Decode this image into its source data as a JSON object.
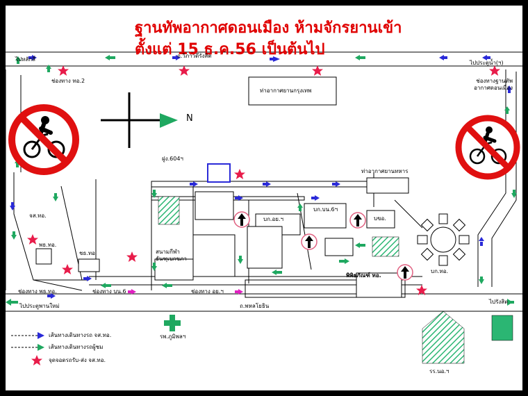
{
  "title": {
    "line1": "ฐานทัพอากาศดอนเมือง  ห้ามจักรยานเข้า",
    "line2": "ตั้งแต่ 15 ธ.ค.56 เป็นต้นไป"
  },
  "compass": {
    "north": "N"
  },
  "roads": {
    "top_road": "ถ.วิภาวดีรังสิต",
    "bottom_road": "ถ.พหลโยธิน",
    "to_laksi": "ไปหลักสี่",
    "to_pratunam": "ไปประตูน้ำ(ฯ)",
    "to_rangsit": "ไปรังสิต",
    "to_prapanmai": "ไปประตูพานใหม่"
  },
  "places": {
    "airport": "ท่าอากาศยานกรุงเทพ",
    "military_airport": "ท่าอากาศยานทหาร",
    "wing604": "ฝูง.604ฯ",
    "gate_tor2": "ช่องทาง ทอ.2",
    "gate_base": "ช่องทางฐานทัพ อากาศดอนเมือง",
    "bk_oo3": "บก.อย.ฯ",
    "bk_bn6": "บก.บน.6ฯ",
    "bor_oo": "บขอ.",
    "jas_tor": "จส.ทอ.",
    "ph_tor": "พธ.ทอ.",
    "sor_tor": "ชธ.ทอ.",
    "stadium": "สนามกีฬา ธันฑุเบกขภา",
    "museum": "พิพิธภัณฑ์ ทอ.",
    "bk_tor": "บก.ทอ.",
    "gate_ps_tor": "ช่องทาง พธ.ทอ.",
    "gate_bn6": "ช่องทาง บน.6",
    "gate_oo3": "ช่องทาง อย.ฯ",
    "hospital": "รพ.ภูมิพลฯ",
    "school": "รร.นอ.ฯ"
  },
  "legend": {
    "blue": "เส้นทางเดินทางรถ จส.ทอ.",
    "green": "เส้นทางเดินทางรถผู้ชม",
    "star": "จุดจอดรถรับ-ส่ง จส.ทอ."
  },
  "colors": {
    "title": "#e00000",
    "blue_arrow": "#2a2ad8",
    "green_arrow": "#1fa860",
    "star": "#e81c4a",
    "no_bike_ring": "#e01010",
    "hatch": "#2bb673",
    "compass": "#1fa860"
  },
  "icons": {
    "no_bicycle": "no-bicycle-icon",
    "compass": "compass-icon",
    "star": "pickup-point-star-icon",
    "hospital": "hospital-cross-icon",
    "straight_arrow": "straight-only-arrow-icon"
  }
}
